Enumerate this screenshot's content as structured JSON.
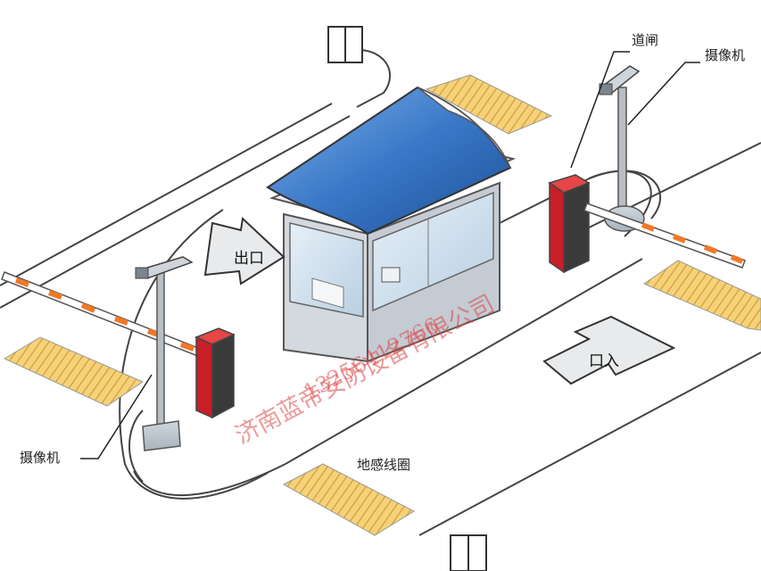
{
  "labels": {
    "barrier_gate": "道闸",
    "camera_top_right": "摄像机",
    "camera_bottom_left": "摄像机",
    "ground_loop": "地感线圈",
    "exit": "出口",
    "entrance": "口入"
  },
  "watermark": {
    "company": "济南蓝帝安防设备有限公司",
    "phone": "13256412766"
  },
  "colors": {
    "roof": "#3a78c8",
    "gate_box": "#c81e28",
    "loop_pad": "#f2c860",
    "barrier_stripe": "#f07828",
    "booth_glass": "#c8dcec"
  }
}
